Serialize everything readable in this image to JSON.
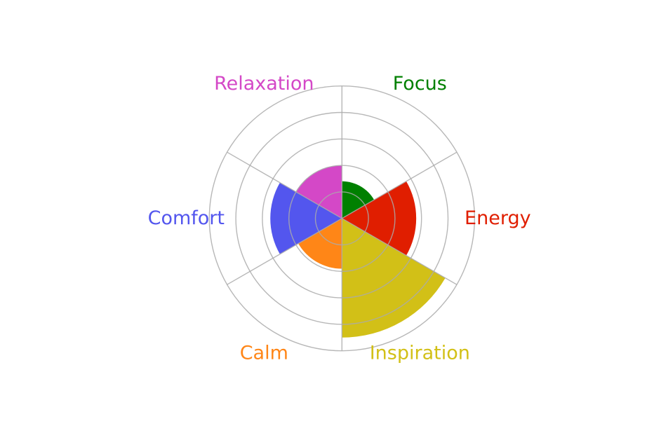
{
  "chart_data": {
    "type": "polar-bar",
    "title": "",
    "categories": [
      "Focus",
      "Energy",
      "Inspiration",
      "Calm",
      "Comfort",
      "Relaxation"
    ],
    "values": [
      1.4,
      2.8,
      4.5,
      1.9,
      2.7,
      2.0
    ],
    "colors": [
      "#008000",
      "#e01e00",
      "#d2c017",
      "#ff8617",
      "#5356ee",
      "#d448c7"
    ],
    "rlim": [
      0,
      5
    ],
    "r_gridlines": [
      1,
      2,
      3,
      4,
      5
    ],
    "r_tick_labels_shown": false,
    "grid": true,
    "grid_color": "#aaaaaa",
    "direction": "clockwise",
    "start": "top"
  }
}
